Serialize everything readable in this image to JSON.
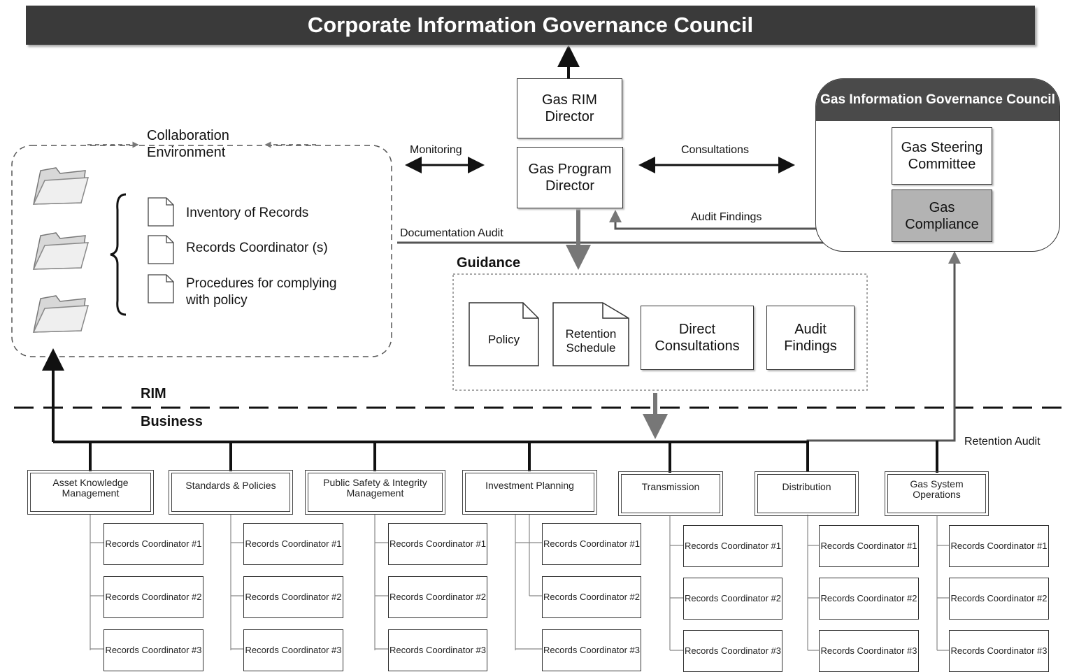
{
  "title": "Corporate Information Governance Council",
  "collaboration": {
    "title": "Collaboration Environment",
    "items": [
      "Inventory of Records",
      "Records Coordinator (s)",
      "Procedures for complying with policy"
    ]
  },
  "directors": {
    "rim": "Gas RIM Director",
    "program": "Gas Program Director"
  },
  "gigc": {
    "title": "Gas Information Governance Council",
    "steering": "Gas Steering Committee",
    "compliance": "Gas Compliance"
  },
  "flows": {
    "monitoring": "Monitoring",
    "consultations": "Consultations",
    "audit_findings": "Audit Findings",
    "documentation_audit": "Documentation Audit",
    "retention_audit": "Retention Audit"
  },
  "guidance": {
    "title": "Guidance",
    "items": [
      "Policy",
      "Retention Schedule",
      "Direct Consultations",
      "Audit Findings"
    ]
  },
  "zones": {
    "rim": "RIM",
    "business": "Business"
  },
  "departments": [
    "Asset Knowledge Management",
    "Standards & Policies",
    "Public Safety & Integrity Management",
    "Investment Planning",
    "Transmission",
    "Distribution",
    "Gas System Operations"
  ],
  "coordinators": [
    "Records Coordinator #1",
    "Records Coordinator #2",
    "Records Coordinator #3"
  ]
}
